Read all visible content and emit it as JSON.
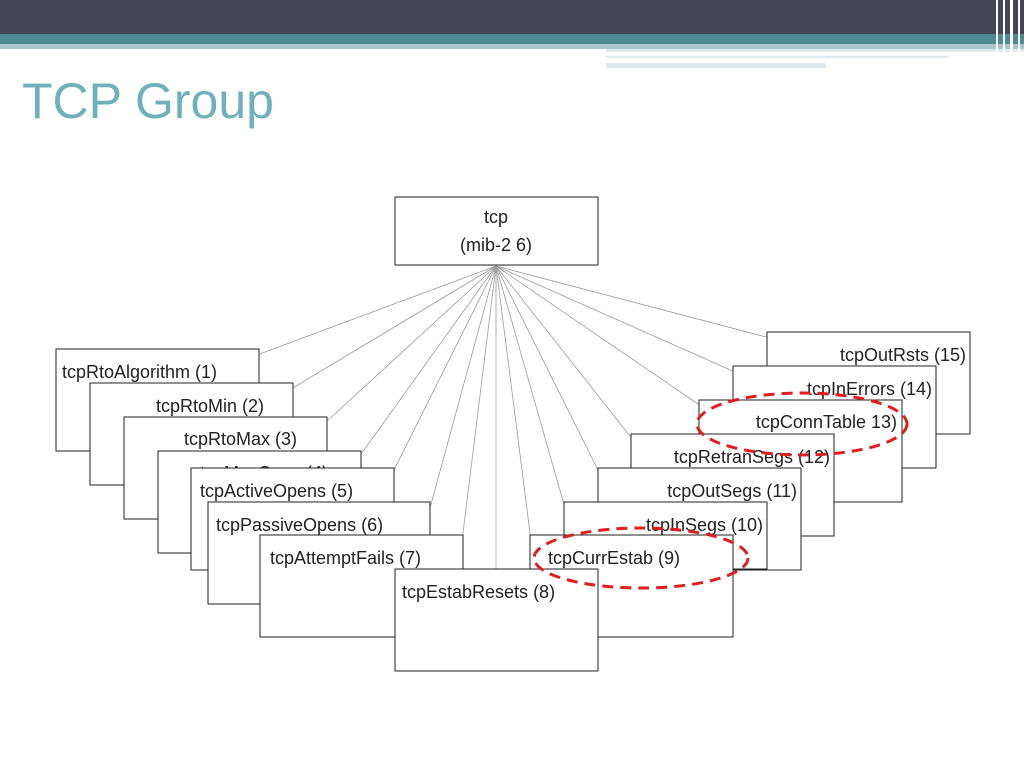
{
  "slide": {
    "title": "TCP Group"
  },
  "colors": {
    "topbar": "#444556",
    "accent_teal": "#4e8a92",
    "title": "#6fb0bb",
    "highlight": "#dd1f1f"
  },
  "diagram": {
    "root": {
      "label": "tcp",
      "sub": "(mib-2 6)"
    },
    "children": [
      {
        "label": "tcpRtoAlgorithm (1)"
      },
      {
        "label": "tcpRtoMin (2)"
      },
      {
        "label": "tcpRtoMax (3)"
      },
      {
        "label": "tcpMaxConn (4)"
      },
      {
        "label": "tcpActiveOpens (5)"
      },
      {
        "label": "tcpPassiveOpens (6)"
      },
      {
        "label": "tcpAttemptFails (7)"
      },
      {
        "label": "tcpEstabResets (8)"
      },
      {
        "label": "tcpCurrEstab (9)",
        "highlighted": true
      },
      {
        "label": "tcpInSegs (10)"
      },
      {
        "label": "tcpOutSegs (11)"
      },
      {
        "label": "tcpRetranSegs (12)"
      },
      {
        "label": "tcpConnTable 13)",
        "highlighted": true
      },
      {
        "label": "tcpInErrors (14)"
      },
      {
        "label": "tcpOutRsts (15)"
      }
    ]
  }
}
